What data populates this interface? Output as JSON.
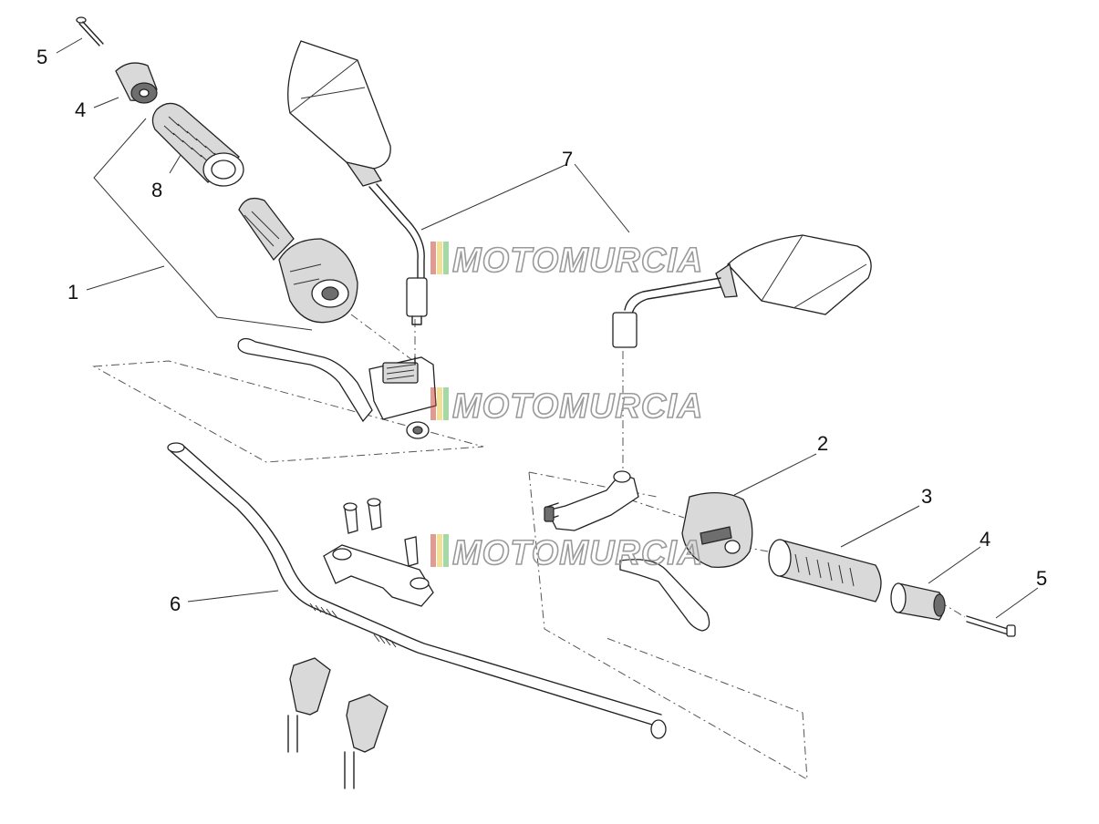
{
  "callouts": {
    "c1": "1",
    "c2": "2",
    "c3": "3",
    "c4_left": "4",
    "c4_right": "4",
    "c5_left": "5",
    "c5_right": "5",
    "c6": "6",
    "c7": "7",
    "c8": "8"
  },
  "watermark": {
    "text": "MOTOMURCIA",
    "stripe_colors": [
      "#c0392b",
      "#e6c229",
      "#4caf50"
    ]
  }
}
